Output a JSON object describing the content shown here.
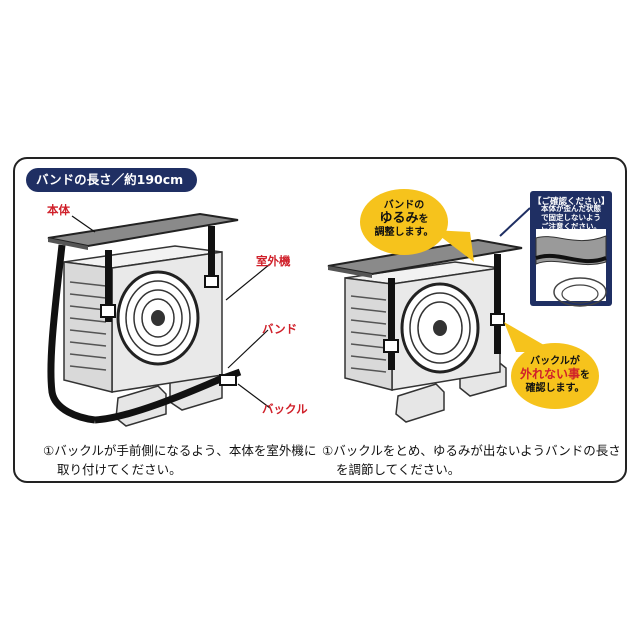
{
  "title_pill": "バンドの長さ／約190cm",
  "left": {
    "labels": {
      "body": "本体",
      "outdoor_unit": "室外機",
      "band": "バンド",
      "buckle": "バックル"
    },
    "caption_line1": "①バックルが手前側になるよう、本体を室外機に",
    "caption_line2": "取り付けてください。"
  },
  "right": {
    "bubble_slack": {
      "line1": "バンドの",
      "line2_emph": "ゆるみ",
      "line2_rest": "を",
      "line3": "調整します。"
    },
    "bubble_buckle": {
      "line1": "バックルが",
      "line2_emph": "外れない事",
      "line2_rest": "を",
      "line3": "確認します。"
    },
    "note": {
      "head": "【ご確認ください】",
      "line1": "本体が歪んだ状態",
      "line2": "で固定しないよう",
      "line3": "ご注意ください。"
    },
    "caption_line1": "①バックルをとめ、ゆるみが出ないようバンドの長さ",
    "caption_line2": "を調節してください。"
  },
  "colors": {
    "navy": "#1f2f63",
    "red": "#d0202a",
    "yellow": "#f6c31c",
    "cover_gray": "#8a8a8a",
    "unit_gray": "#e4e4e4"
  }
}
